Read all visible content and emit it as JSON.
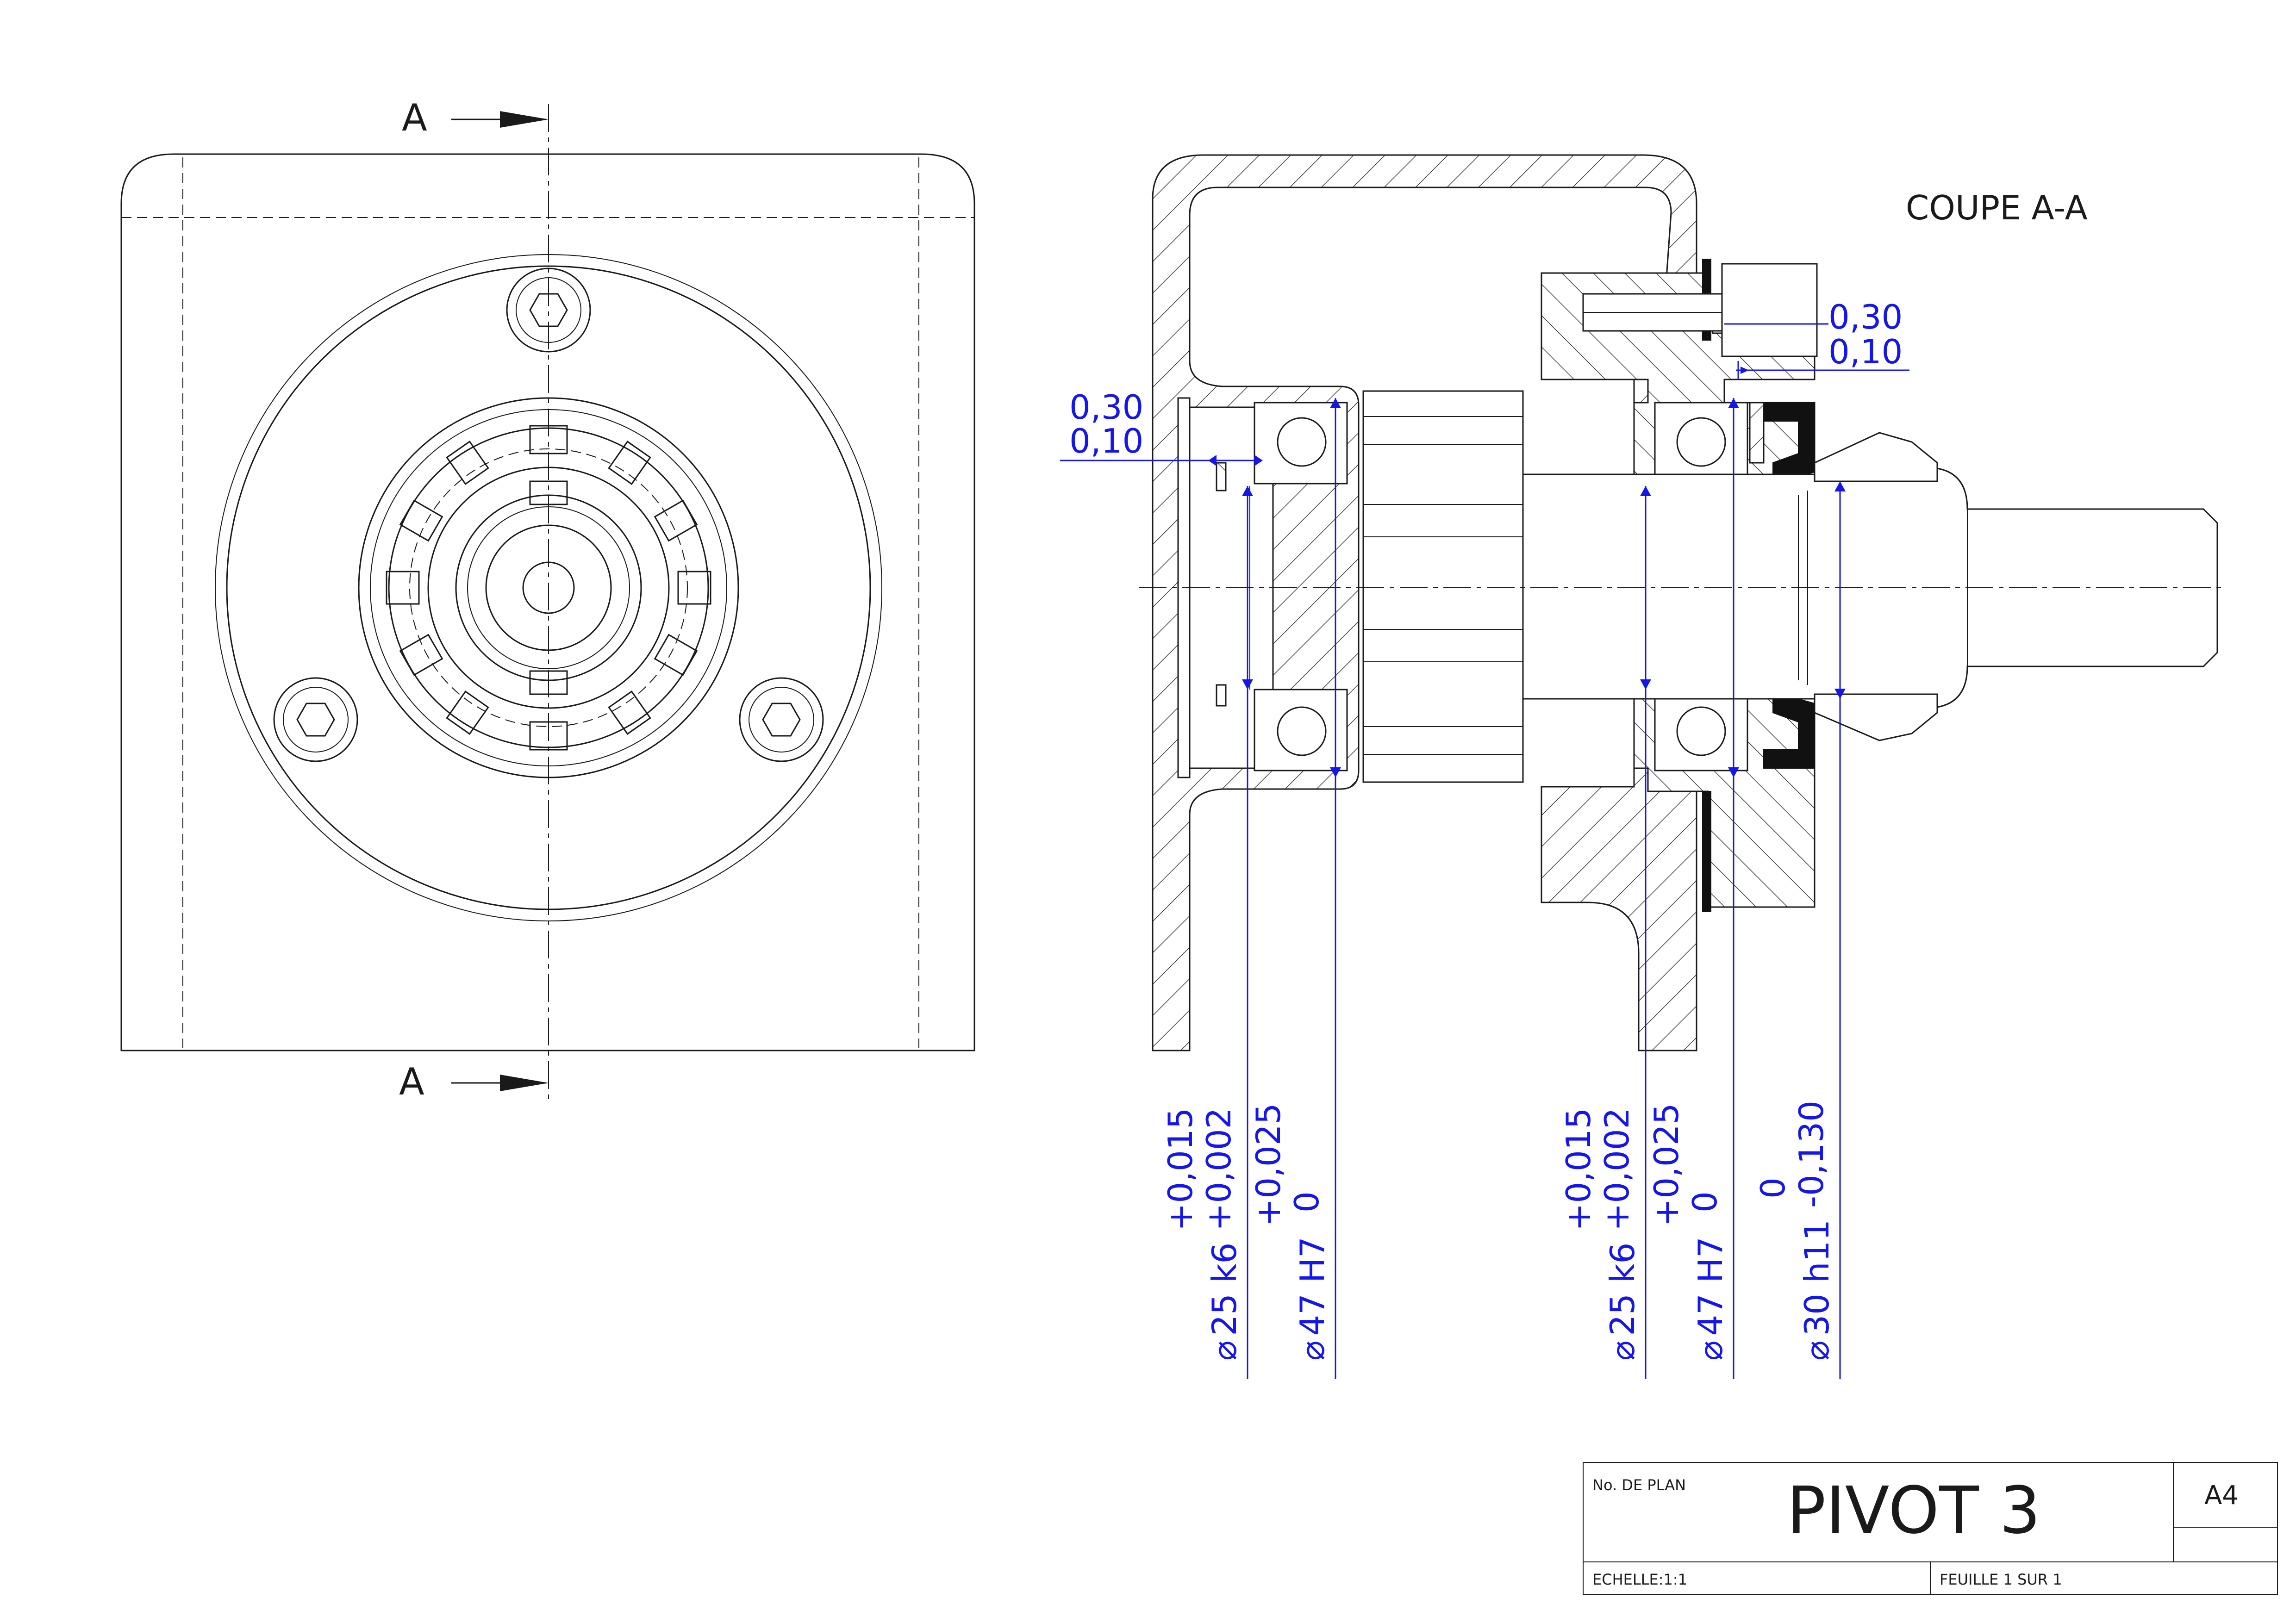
{
  "section_marker": {
    "letter": "A"
  },
  "section_title": "COUPE A-A",
  "tolerances": {
    "t1": {
      "upper": "0,30",
      "lower": "0,10"
    },
    "t2": {
      "upper": "0,30",
      "lower": "0,10"
    }
  },
  "diameters": [
    {
      "symbol": "⌀",
      "nominal": "25 k6",
      "upper": "+0,015",
      "lower": "+0,002"
    },
    {
      "symbol": "⌀",
      "nominal": "47 H7",
      "upper": "+0,025",
      "lower": "0"
    },
    {
      "symbol": "⌀",
      "nominal": "25 k6",
      "upper": "+0,015",
      "lower": "+0,002"
    },
    {
      "symbol": "⌀",
      "nominal": "47 H7",
      "upper": "+0,025",
      "lower": "0"
    },
    {
      "symbol": "⌀",
      "nominal": "30 h11",
      "upper": "0",
      "lower": "-0,130"
    }
  ],
  "title_block": {
    "plan_label": "No. DE PLAN",
    "title": "PIVOT 3",
    "size": "A4",
    "scale": "ECHELLE:1:1",
    "sheet": "FEUILLE 1 SUR 1"
  },
  "colors": {
    "dimension": "#1515ee",
    "line": "#1a1a1a"
  }
}
